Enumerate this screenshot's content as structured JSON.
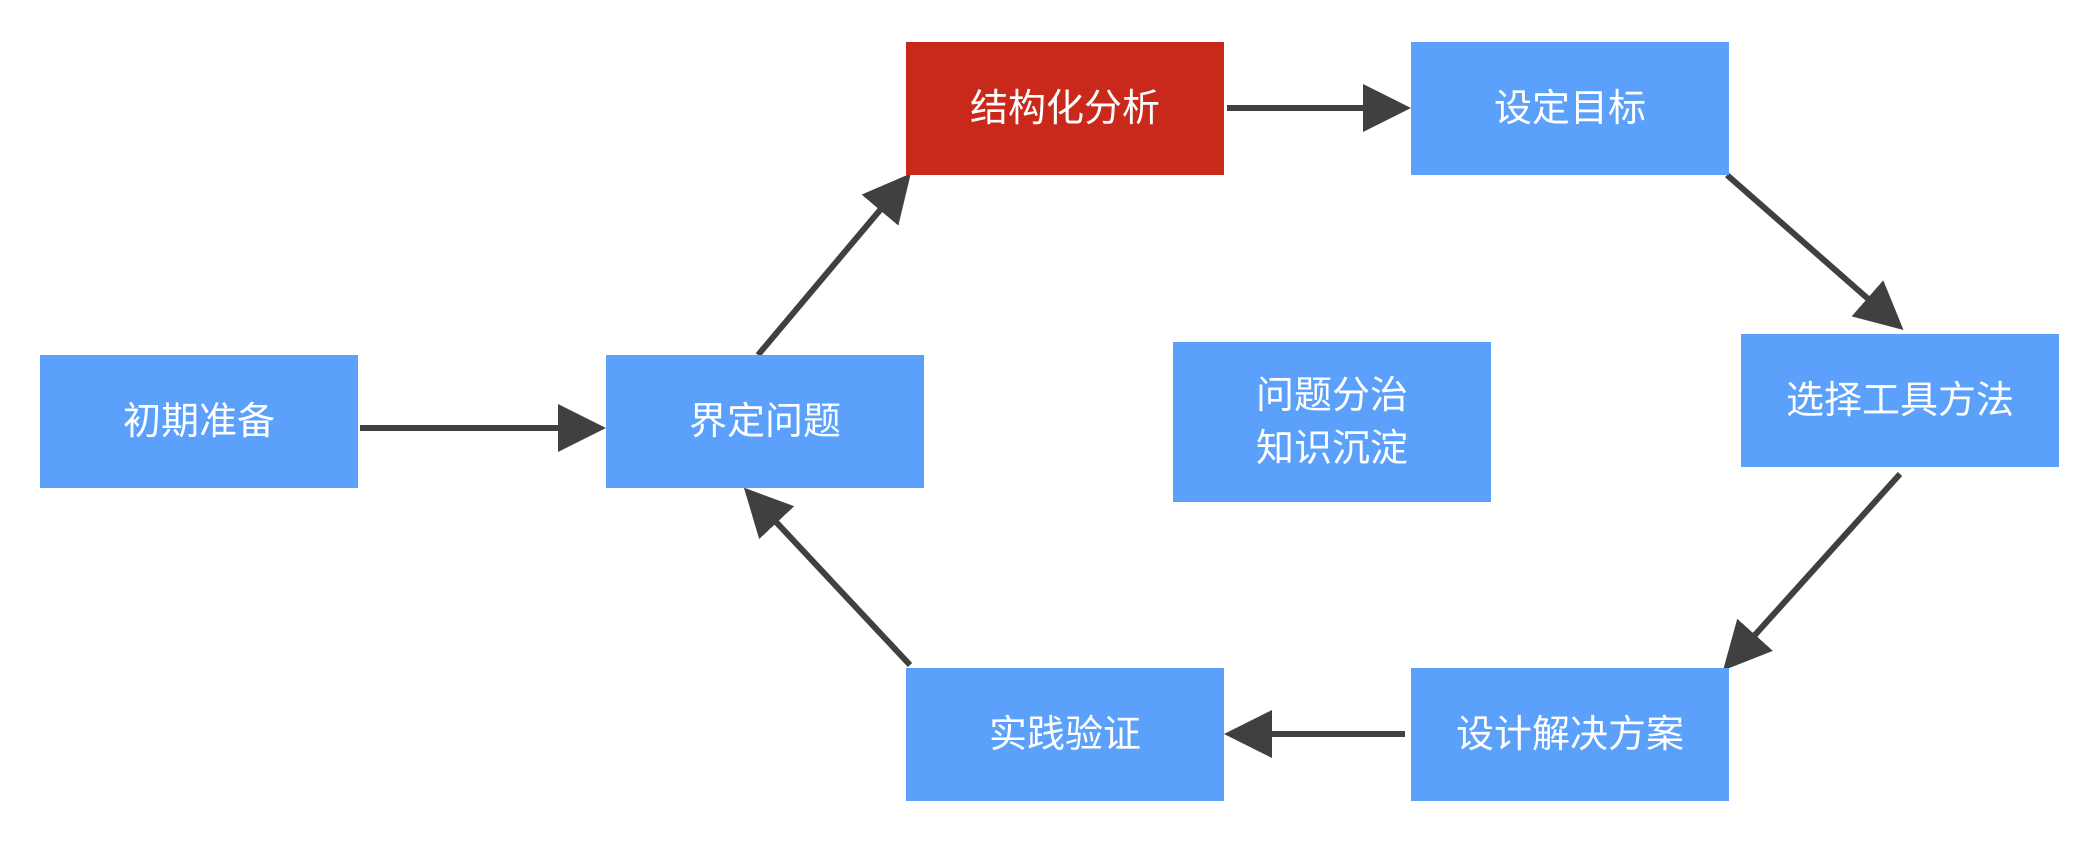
{
  "colors": {
    "node": "#5ba1fb",
    "highlight": "#c9291a",
    "arrow": "#404040",
    "text": "#ffffff"
  },
  "nodes": {
    "prep": {
      "label": "初期准备"
    },
    "define": {
      "label": "界定问题"
    },
    "analyze": {
      "label": "结构化分析"
    },
    "goal": {
      "label": "设定目标"
    },
    "tools": {
      "label": "选择工具方法"
    },
    "design": {
      "label": "设计解决方案"
    },
    "verify": {
      "label": "实践验证"
    },
    "center": {
      "lines": [
        "问题分治",
        "知识沉淀"
      ]
    }
  },
  "edges": [
    {
      "from": "prep",
      "to": "define"
    },
    {
      "from": "define",
      "to": "analyze"
    },
    {
      "from": "analyze",
      "to": "goal"
    },
    {
      "from": "goal",
      "to": "tools"
    },
    {
      "from": "tools",
      "to": "design"
    },
    {
      "from": "design",
      "to": "verify"
    },
    {
      "from": "verify",
      "to": "define"
    }
  ]
}
